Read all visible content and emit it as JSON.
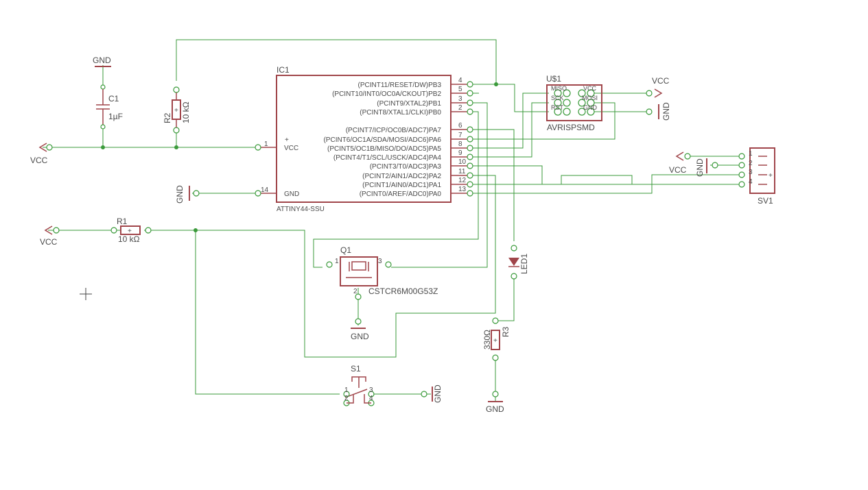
{
  "schematic": {
    "ic1": {
      "name": "IC1",
      "value": "ATTINY44-SSU",
      "left_pins": [
        {
          "label": "VCC",
          "num": "1"
        },
        {
          "label": "GND",
          "num": "14"
        }
      ],
      "right_pins": [
        {
          "label": "(PCINT11/RESET/DW)PB3",
          "num": "4"
        },
        {
          "label": "(PCINT10/INT0/OC0A/CKOUT)PB2",
          "num": "5"
        },
        {
          "label": "(PCINT9/XTAL2)PB1",
          "num": "3"
        },
        {
          "label": "(PCINT8/XTAL1/CLKI)PB0",
          "num": "2"
        },
        {
          "label": "(PCINT7/ICP/OC0B/ADC7)PA7",
          "num": "6"
        },
        {
          "label": "(PCINT6/OC1A/SDA/MOSI/ADC6)PA6",
          "num": "7"
        },
        {
          "label": "(PCINT5/OC1B/MISO/DO/ADC5)PA5",
          "num": "8"
        },
        {
          "label": "(PCINT4/T1/SCL/USCK/ADC4)PA4",
          "num": "9"
        },
        {
          "label": "(PCINT3/T0/ADC3)PA3",
          "num": "10"
        },
        {
          "label": "(PCINT2/AIN1/ADC2)PA2",
          "num": "11"
        },
        {
          "label": "(PCINT1/AIN0/ADC1)PA1",
          "num": "12"
        },
        {
          "label": "(PCINT0/AREF/ADC0)PA0",
          "num": "13"
        }
      ]
    },
    "c1": {
      "name": "C1",
      "value": "1µF"
    },
    "r1": {
      "name": "R1",
      "value": "10 kΩ"
    },
    "r2": {
      "name": "R2",
      "value": "10 kΩ"
    },
    "r3": {
      "name": "R3",
      "value": "330Ω"
    },
    "q1": {
      "name": "Q1",
      "value": "CSTCR6M00G53Z",
      "pins": [
        "1",
        "2",
        "3"
      ]
    },
    "led1": {
      "name": "LED1"
    },
    "s1": {
      "name": "S1",
      "pins": [
        "1",
        "2",
        "3",
        "4"
      ]
    },
    "us1": {
      "name": "U$1",
      "value": "AVRISPSMD",
      "labels": [
        "MISO",
        "SCK",
        "RST",
        "VCC",
        "MOSI",
        "GND"
      ]
    },
    "sv1": {
      "name": "SV1",
      "pins": [
        "1",
        "2",
        "3",
        "4"
      ]
    },
    "power": {
      "vcc": "VCC",
      "gnd": "GND"
    }
  },
  "colors": {
    "wire": "#3a9a3a",
    "part": "#a0454a",
    "text": "#4a4a4a",
    "background": "#ffffff"
  }
}
